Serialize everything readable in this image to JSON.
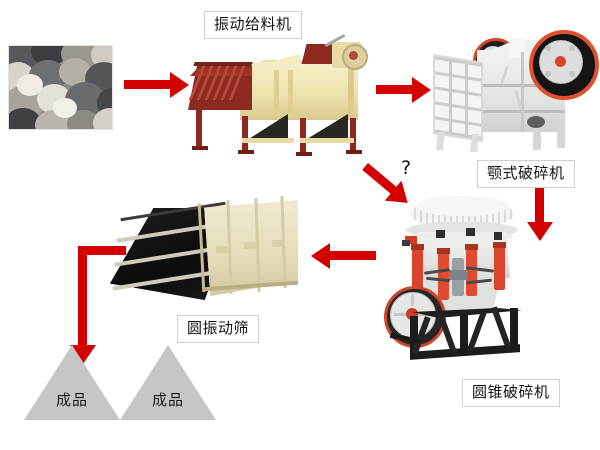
{
  "diagram": {
    "title": "Stone Crushing Production Line Flow",
    "background": "#ffffff",
    "arrow_color": "#d40000",
    "label_border_color": "#cfcfcf",
    "product_color": "#c6c6c6"
  },
  "nodes": {
    "feed_material": {
      "name": "gravel-photo",
      "caption": ""
    },
    "vibrating_feeder": {
      "label": "振动给料机"
    },
    "jaw_crusher": {
      "label": "颚式破碎机"
    },
    "cone_crusher": {
      "label": "圆锥破碎机"
    },
    "vibrating_screen": {
      "label": "圆振动筛"
    },
    "product_left": {
      "label": "成品"
    },
    "product_right": {
      "label": "成品"
    }
  },
  "annotations": {
    "unknown_step": "?"
  },
  "flow": [
    {
      "from": "feed_material",
      "to": "vibrating_feeder",
      "direction": "right"
    },
    {
      "from": "vibrating_feeder",
      "to": "jaw_crusher",
      "direction": "right"
    },
    {
      "from": "jaw_crusher",
      "to": "cone_crusher",
      "direction": "down"
    },
    {
      "from": "cone_crusher",
      "to": "vibrating_screen",
      "direction": "left"
    },
    {
      "from": "vibrating_screen",
      "to": "product_left",
      "direction": "down-left"
    },
    {
      "from": "unknown",
      "to": "cone_crusher",
      "direction": "diagonal-down-right"
    }
  ]
}
